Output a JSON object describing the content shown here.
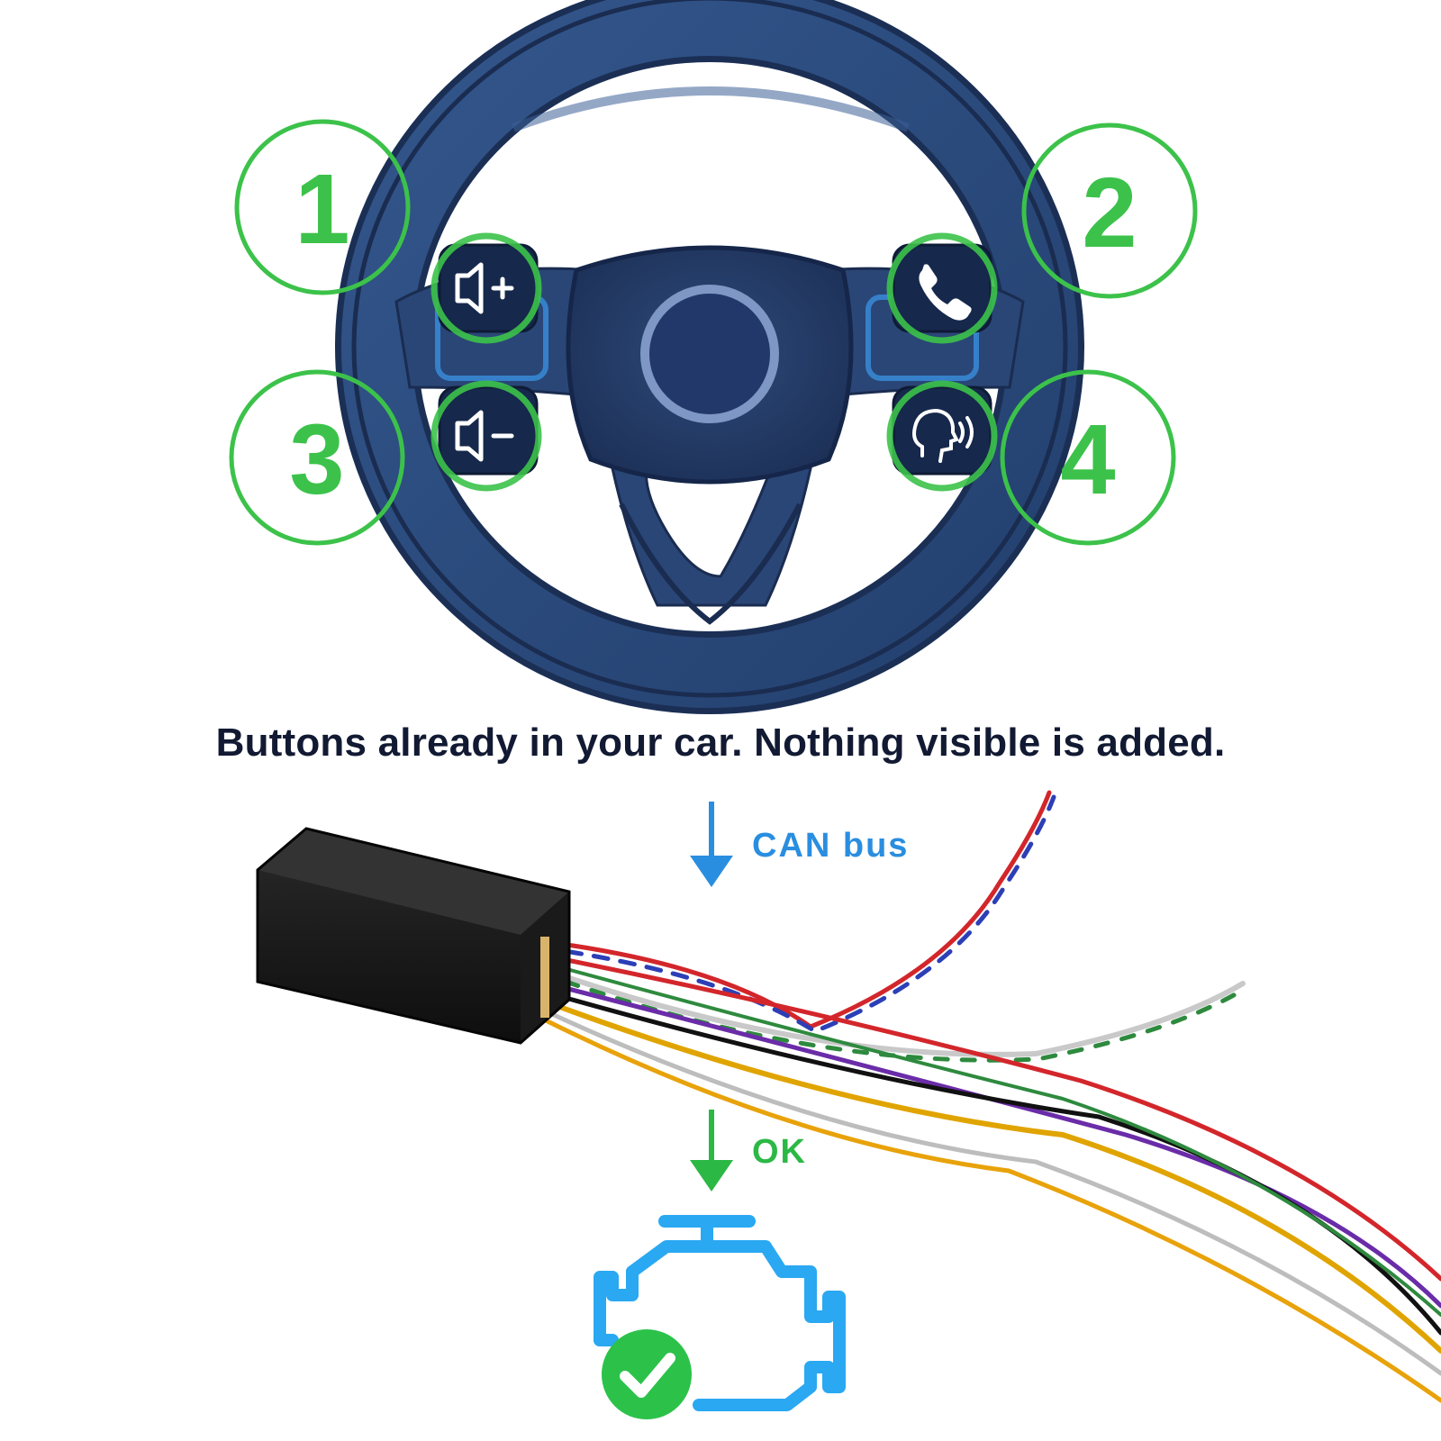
{
  "headline": "Buttons already in your car. Nothing visible is added.",
  "steering_buttons": [
    {
      "number": "1",
      "icon": "volume-up-icon"
    },
    {
      "number": "2",
      "icon": "phone-icon"
    },
    {
      "number": "3",
      "icon": "volume-down-icon"
    },
    {
      "number": "4",
      "icon": "voice-command-icon"
    }
  ],
  "flow": {
    "can_label": "CAN bus",
    "ok_label": "OK"
  },
  "colors": {
    "callout_green": "#3cc24a",
    "wheel_blue": "#2d4b7e",
    "can_blue": "#2a8ee0",
    "ok_green": "#2cb845",
    "engine_icon_blue": "#2aa8f2"
  },
  "icons": {
    "module": "interface-module-box",
    "engine": "check-engine-icon",
    "status": "check-badge-icon"
  }
}
